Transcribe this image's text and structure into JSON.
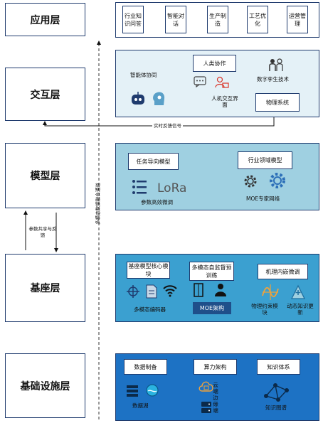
{
  "layers": {
    "app": "应用层",
    "interaction": "交互层",
    "model": "模型层",
    "base": "基座层",
    "infra": "基础设施层"
  },
  "app_items": [
    "行业知识问答",
    "智能对话",
    "生产制造",
    "工艺优化",
    "运营管理"
  ],
  "interaction": {
    "agent_coop": "智能体协同",
    "human_coop": "人类协作",
    "hmi": "人机交互界面",
    "digital_twin": "数字孪生技术",
    "physical": "物理系统",
    "feedback": "实时反馈信号"
  },
  "model": {
    "task_model": "任务导向模型",
    "industry_model": "行业领域模型",
    "lora": "LoRa",
    "peft": "参数高效微调",
    "moe": "MOE专家网络"
  },
  "base": {
    "core_module": "基座模型核心模块",
    "self_supervised": "多模态自监督预训练",
    "mechanism": "机理内嵌微调",
    "encoder": "多模态编码器",
    "moe_arch": "MOE架构",
    "physics_module": "物理约束模块",
    "dynamic_know": "动态知识更新"
  },
  "infra": {
    "data_prep": "数据制备",
    "compute": "算力架构",
    "knowledge": "知识体系",
    "data_lake": "数据湖",
    "cloud_edge": "云端边缘端",
    "kg": "知识图谱"
  },
  "arrows": {
    "side_label": "参数共享与反馈",
    "multimodal": "多模态数据融合通道"
  },
  "colors": {
    "panel_app": "#ffffff",
    "panel_interaction": "#e4f1f7",
    "panel_model": "#9fd0e1",
    "panel_base": "#3ba0d0",
    "panel_infra": "#1d72c4",
    "border": "#1f3b6e",
    "icon_blue": "#2c8fd6",
    "icon_orange": "#f0a23a"
  }
}
